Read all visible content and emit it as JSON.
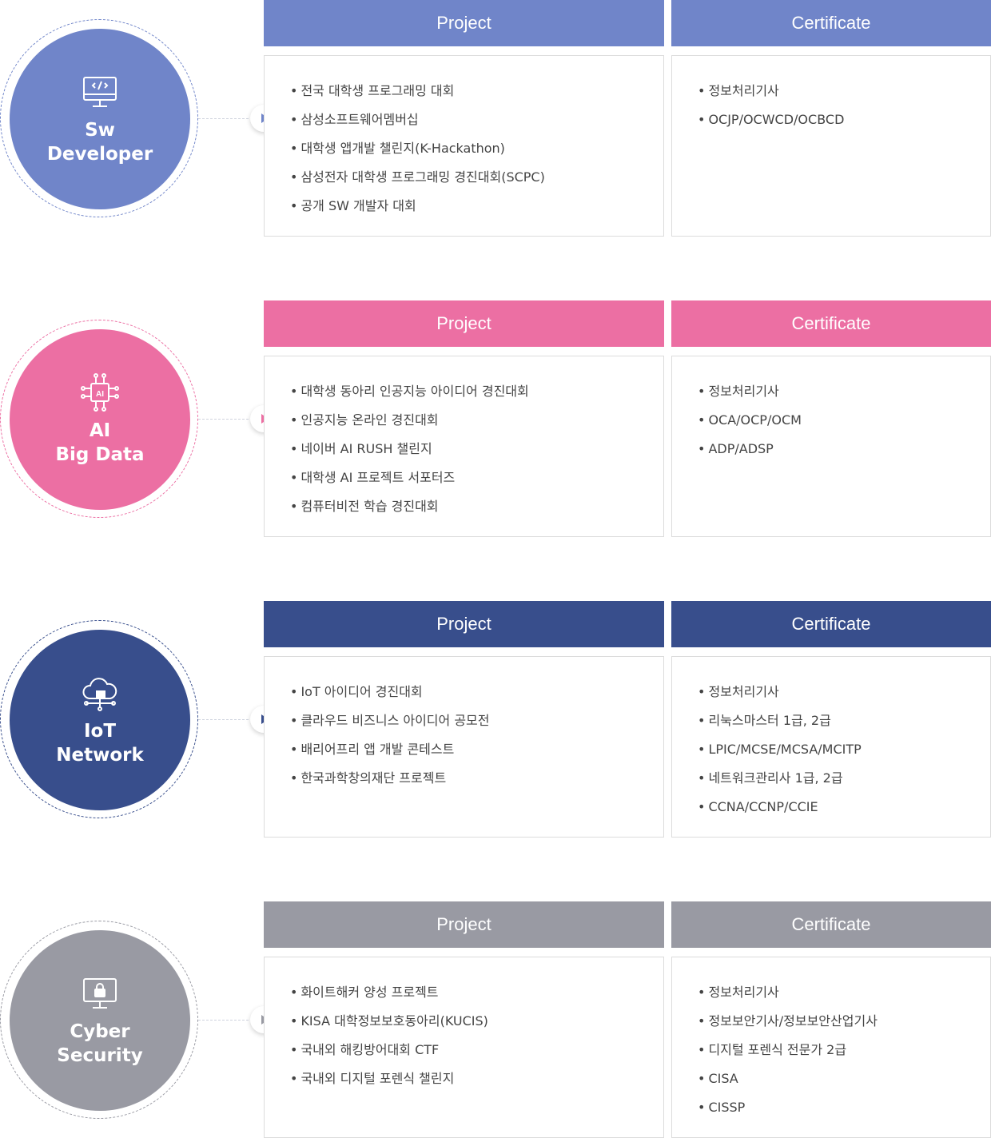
{
  "labels": {
    "project": "Project",
    "certificate": "Certificate"
  },
  "tracks": [
    {
      "title": "Sw\nDeveloper",
      "icon": "monitor-code-icon",
      "color": "#7085c9",
      "ring_color": "#7085c9",
      "projects": [
        "전국 대학생 프로그래밍 대회",
        "삼성소프트웨어멤버십",
        "대학생 앱개발 챌린지(K-Hackathon)",
        "삼성전자 대학생 프로그래밍 경진대회(SCPC)",
        "공개 SW 개발자 대회"
      ],
      "certificates": [
        "정보처리기사",
        "OCJP/OCWCD/OCBCD"
      ]
    },
    {
      "title": "AI\nBig Data",
      "icon": "ai-chip-icon",
      "color": "#ec6fa3",
      "ring_color": "#ec6fa3",
      "projects": [
        "대학생 동아리 인공지능 아이디어 경진대회",
        "인공지능 온라인 경진대회",
        "네이버 AI RUSH 챌린지",
        "대학생 AI 프로젝트 서포터즈",
        "컴퓨터비전 학습 경진대회"
      ],
      "certificates": [
        "정보처리기사",
        "OCA/OCP/OCM",
        "ADP/ADSP"
      ]
    },
    {
      "title": "IoT\nNetwork",
      "icon": "cloud-network-icon",
      "color": "#384e8c",
      "ring_color": "#384e8c",
      "projects": [
        "IoT 아이디어 경진대회",
        "클라우드 비즈니스 아이디어 공모전",
        "배리어프리 앱 개발 콘테스트",
        "한국과학창의재단 프로젝트"
      ],
      "certificates": [
        "정보처리기사",
        "리눅스마스터 1급, 2급",
        "LPIC/MCSE/MCSA/MCITP",
        "네트워크관리사 1급, 2급",
        "CCNA/CCNP/CCIE"
      ]
    },
    {
      "title": "Cyber\nSecurity",
      "icon": "monitor-lock-icon",
      "color": "#999aa3",
      "ring_color": "#999aa3",
      "projects": [
        "화이트해커 양성 프로젝트",
        "KISA 대학정보보호동아리(KUCIS)",
        "국내외 해킹방어대회 CTF",
        "국내외 디지털 포렌식 챌린지"
      ],
      "certificates": [
        "정보처리기사",
        "정보보안기사/정보보안산업기사",
        "디지털 포렌식 전문가 2급",
        "CISA",
        "CISSP"
      ]
    }
  ]
}
